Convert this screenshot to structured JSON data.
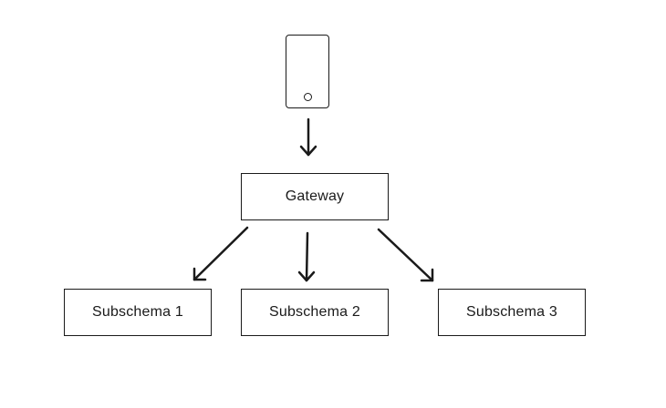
{
  "diagram": {
    "client": {
      "icon": "mobile-phone-icon"
    },
    "gateway": {
      "label": "Gateway"
    },
    "subschemas": [
      {
        "label": "Subschema 1"
      },
      {
        "label": "Subschema 2"
      },
      {
        "label": "Subschema 3"
      }
    ],
    "edges": [
      {
        "from": "client",
        "to": "gateway"
      },
      {
        "from": "gateway",
        "to": "subschema-1"
      },
      {
        "from": "gateway",
        "to": "subschema-2"
      },
      {
        "from": "gateway",
        "to": "subschema-3"
      }
    ],
    "colors": {
      "stroke": "#1a1a1a",
      "background": "#ffffff"
    }
  }
}
